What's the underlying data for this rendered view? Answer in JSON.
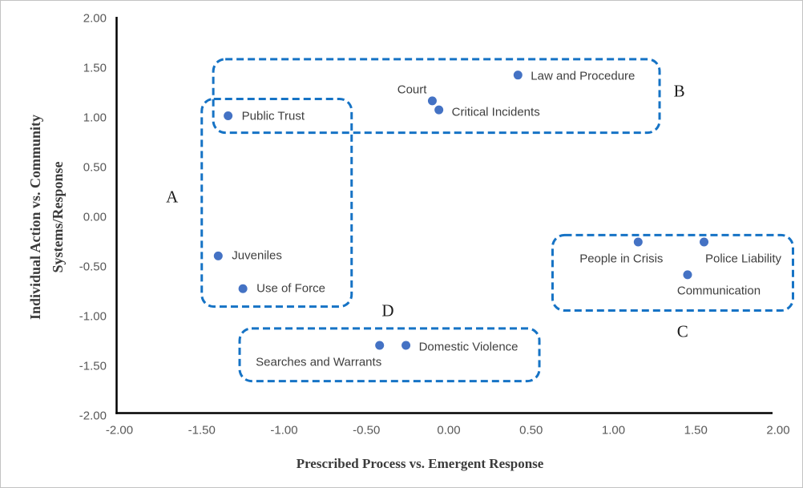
{
  "chart_data": {
    "type": "scatter",
    "title": "",
    "xlabel": "Prescribed Process vs. Emergent Response",
    "ylabel": "Individual Action vs. Community Systems/Response",
    "ylabel_line1": "Individual Action vs. Community",
    "ylabel_line2": "Systems/Response",
    "xlim": [
      -2,
      2
    ],
    "ylim": [
      -2,
      2
    ],
    "grid": false,
    "legend": false,
    "x_ticks": [
      "-2.00",
      "-1.50",
      "-1.00",
      "-0.50",
      "0.00",
      "0.50",
      "1.00",
      "1.50",
      "2.00"
    ],
    "y_ticks": [
      "2.00",
      "1.50",
      "1.00",
      "0.50",
      "0.00",
      "-0.50",
      "-1.00",
      "-1.50",
      "-2.00"
    ],
    "colors": {
      "marker": "#4472C4",
      "box_outline": "#1673C5",
      "axis_line": "#000000",
      "tick_text": "#595959",
      "label_text": "#3F3F3F",
      "title_text": "#3B3B3B"
    },
    "points": [
      {
        "label": "Public Trust",
        "x": -1.34,
        "y": 1.02,
        "anchor": "left",
        "dx": 17,
        "dy": 0
      },
      {
        "label": "Court",
        "x": -0.1,
        "y": 1.17,
        "anchor": "right",
        "dx": -7,
        "dy": -14
      },
      {
        "label": "Critical Incidents",
        "x": -0.06,
        "y": 1.08,
        "anchor": "left",
        "dx": 16,
        "dy": 3
      },
      {
        "label": "Law and Procedure",
        "x": 0.42,
        "y": 1.43,
        "anchor": "left",
        "dx": 16,
        "dy": 1
      },
      {
        "label": "Juveniles",
        "x": -1.4,
        "y": -0.39,
        "anchor": "left",
        "dx": 17,
        "dy": 0
      },
      {
        "label": "Use of Force",
        "x": -1.25,
        "y": -0.72,
        "anchor": "left",
        "dx": 17,
        "dy": 0
      },
      {
        "label": "People in Crisis",
        "x": 1.15,
        "y": -0.25,
        "anchor": "center",
        "dx": -21,
        "dy": 21
      },
      {
        "label": "Police Liability",
        "x": 1.55,
        "y": -0.25,
        "anchor": "center",
        "dx": 49,
        "dy": 21
      },
      {
        "label": "Communication",
        "x": 1.45,
        "y": -0.58,
        "anchor": "center",
        "dx": 39,
        "dy": 20
      },
      {
        "label": "Searches and Warrants",
        "x": -0.42,
        "y": -1.29,
        "anchor": "center",
        "dx": -76,
        "dy": 21
      },
      {
        "label": "Domestic Violence",
        "x": -0.26,
        "y": -1.29,
        "anchor": "left",
        "dx": 16,
        "dy": 2
      }
    ],
    "groups": [
      {
        "label": "A",
        "x1": -1.5,
        "y1": -0.9,
        "x2": -0.59,
        "y2": 1.19,
        "lx": -1.68,
        "ly": 0.2
      },
      {
        "label": "B",
        "x1": -1.43,
        "y1": 0.85,
        "x2": 1.28,
        "y2": 1.59,
        "lx": 1.4,
        "ly": 1.27
      },
      {
        "label": "C",
        "x1": 0.63,
        "y1": -0.94,
        "x2": 2.09,
        "y2": -0.18,
        "lx": 1.42,
        "ly": -1.15
      },
      {
        "label": "D",
        "x1": -1.27,
        "y1": -1.65,
        "x2": 0.55,
        "y2": -1.12,
        "lx": -0.37,
        "ly": -0.94
      }
    ]
  }
}
